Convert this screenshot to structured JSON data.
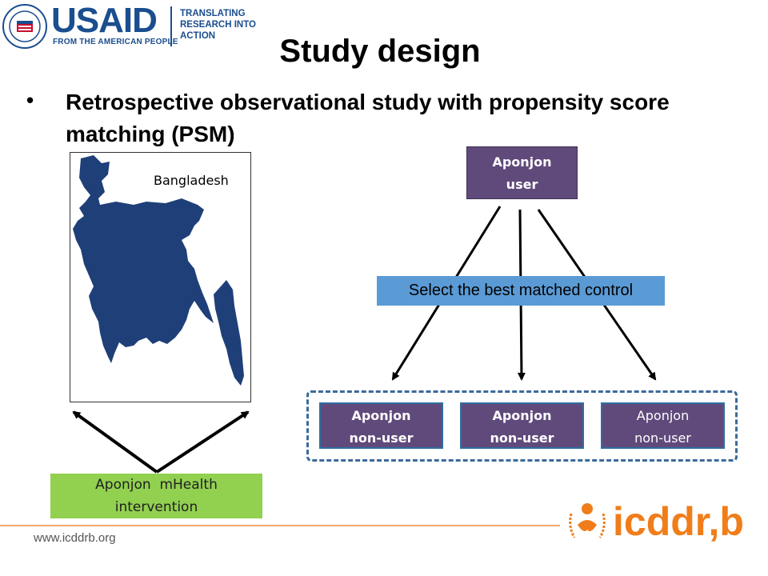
{
  "header": {
    "usaid_wordmark": "USAID",
    "usaid_subtitle": "FROM THE AMERICAN PEOPLE",
    "tagline_lines": [
      "TRANSLATING",
      "RESEARCH INTO",
      "ACTION"
    ],
    "seal_icon": "usaid-seal-icon"
  },
  "slide": {
    "title": "Study design",
    "bullet": "Retrospective observational study with propensity score matching (PSM)"
  },
  "map": {
    "label": "Bangladesh",
    "fill_color": "#1f3f78"
  },
  "diagram": {
    "user_box": {
      "line1": "Aponjon",
      "line2": "user"
    },
    "select_label": "Select the best matched control",
    "nonusers": [
      {
        "line1": "Aponjon",
        "line2": "non-user"
      },
      {
        "line1": "Aponjon",
        "line2": "non-user"
      },
      {
        "line1": "Aponjon",
        "line2": "non-user"
      }
    ],
    "intervention": {
      "line1": "Aponjon  mHealth",
      "line2": "intervention"
    },
    "colors": {
      "purple": "#604a7b",
      "green": "#92d050",
      "blue": "#5b9bd5",
      "dashed_border": "#3b6a9c"
    }
  },
  "footer": {
    "url": "www.icddrb.org",
    "brand": "icddr,b",
    "brand_color": "#f07d1a",
    "brand_icon": "icddrb-emblem-icon"
  }
}
